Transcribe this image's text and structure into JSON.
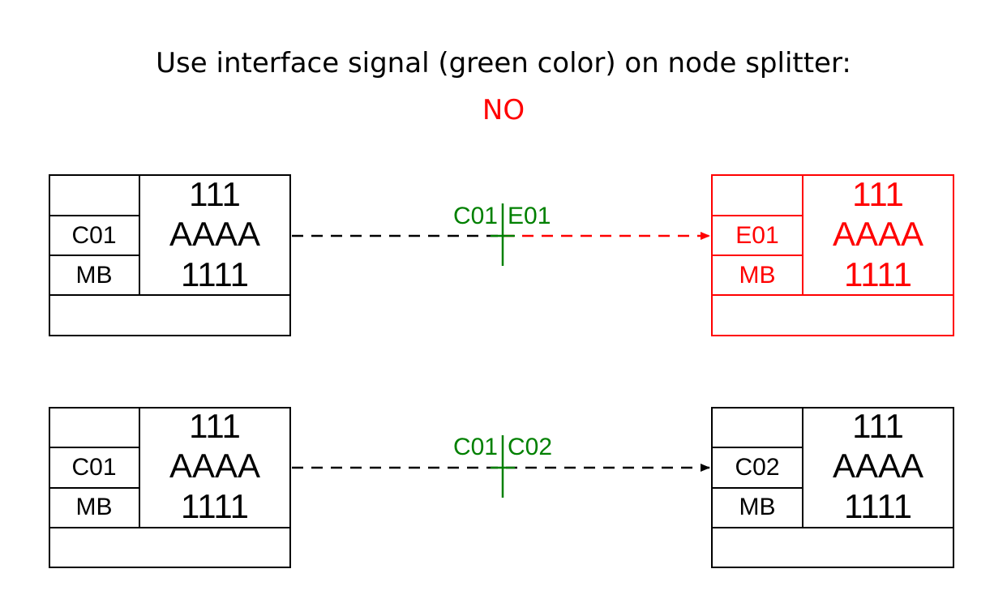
{
  "title": "Use interface signal (green color) on node splitter:",
  "verdict": "NO",
  "colors": {
    "verdict": "#ff0000",
    "normal": "#000000",
    "highlight": "#ff0000",
    "splitter": "#008000"
  },
  "rows": [
    {
      "source": {
        "code": "C01",
        "type": "MB",
        "line1": "111",
        "line2": "AAAA",
        "line3": "1111"
      },
      "splitter": {
        "left": "C01",
        "right": "E01"
      },
      "target": {
        "code": "E01",
        "type": "MB",
        "line1": "111",
        "line2": "AAAA",
        "line3": "1111",
        "highlighted": true
      }
    },
    {
      "source": {
        "code": "C01",
        "type": "MB",
        "line1": "111",
        "line2": "AAAA",
        "line3": "1111"
      },
      "splitter": {
        "left": "C01",
        "right": "C02"
      },
      "target": {
        "code": "C02",
        "type": "MB",
        "line1": "111",
        "line2": "AAAA",
        "line3": "1111",
        "highlighted": false
      }
    }
  ]
}
